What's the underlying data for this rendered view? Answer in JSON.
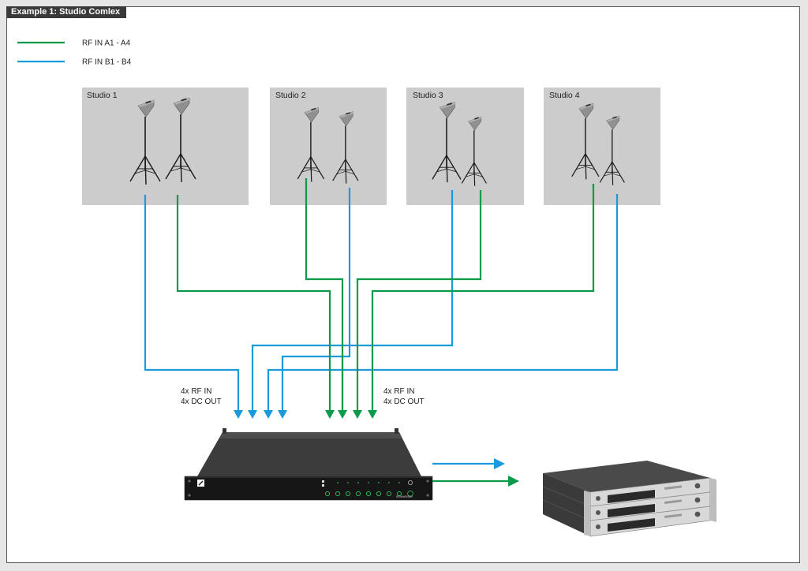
{
  "title": "Example 1: Studio Comlex",
  "legend": [
    {
      "label": "RF IN A1 - A4",
      "color": "#0a9a4a"
    },
    {
      "label": "RF IN B1 - B4",
      "color": "#1a9ad8"
    }
  ],
  "studios": [
    {
      "label": "Studio 1"
    },
    {
      "label": "Studio 2"
    },
    {
      "label": "Studio 3"
    },
    {
      "label": "Studio 4"
    }
  ],
  "left_port_label": [
    "4x RF IN",
    "4x DC OUT"
  ],
  "right_port_label": [
    "4x RF IN",
    "4x DC OUT"
  ],
  "device_brand": "SENNHEISER",
  "colors": {
    "green": "#0a9a4a",
    "blue": "#1a9ad8",
    "studio_bg": "#cccccc"
  },
  "icons": [
    "antenna-icon",
    "tripod-icon",
    "antenna-splitter-device",
    "receiver-rack-icon"
  ]
}
